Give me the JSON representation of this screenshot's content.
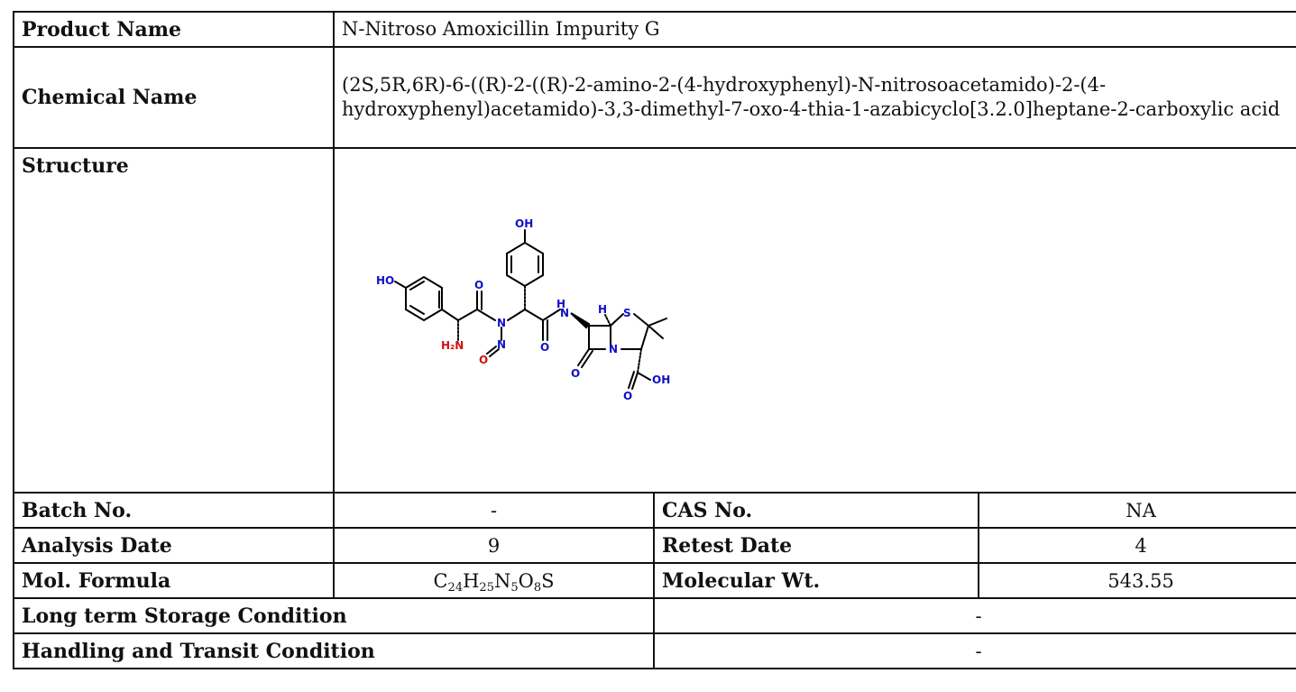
{
  "labels": {
    "product_name": "Product Name",
    "chemical_name": "Chemical Name",
    "structure": "Structure",
    "batch_no": "Batch No.",
    "cas_no": "CAS No.",
    "analysis_date": "Analysis Date",
    "retest_date": "Retest Date",
    "mol_formula": "Mol. Formula",
    "molecular_wt": "Molecular Wt.",
    "storage": "Long term Storage Condition",
    "handling": "Handling and Transit Condition"
  },
  "values": {
    "product_name": "N-Nitroso Amoxicillin Impurity G",
    "chemical_name": "(2S,5R,6R)-6-((R)-2-((R)-2-amino-2-(4-hydroxyphenyl)-N-nitrosoacetamido)-2-(4-hydroxyphenyl)acetamido)-3,3-dimethyl-7-oxo-4-thia-1-azabicyclo[3.2.0]heptane-2-carboxylic acid",
    "batch_no": "-",
    "cas_no": "NA",
    "analysis_date": "9",
    "retest_date": "4",
    "formula": {
      "C": "C",
      "C_n": "24",
      "H": "H",
      "H_n": "25",
      "N": "N",
      "N_n": "5",
      "O": "O",
      "O_n": "8",
      "S": "S"
    },
    "molecular_wt": "543.55",
    "storage": "-",
    "handling": "-"
  },
  "structure_atoms": {
    "oh_top": "OH",
    "ho_left": "HO",
    "o_amide1": "O",
    "n_amide": "N",
    "n_nitroso": "N",
    "o_nitroso": "O",
    "h2n": "H₂N",
    "o_amide2": "O",
    "nh": "H",
    "n_h": "N",
    "h_ring": "H",
    "s_ring": "S",
    "n_ring": "N",
    "o_lactam": "O",
    "o_acid": "O",
    "oh_acid": "OH"
  },
  "colors": {
    "border": "#111111",
    "bond": "#000000",
    "atom_blue": "#1010c8",
    "atom_red": "#d01010"
  }
}
